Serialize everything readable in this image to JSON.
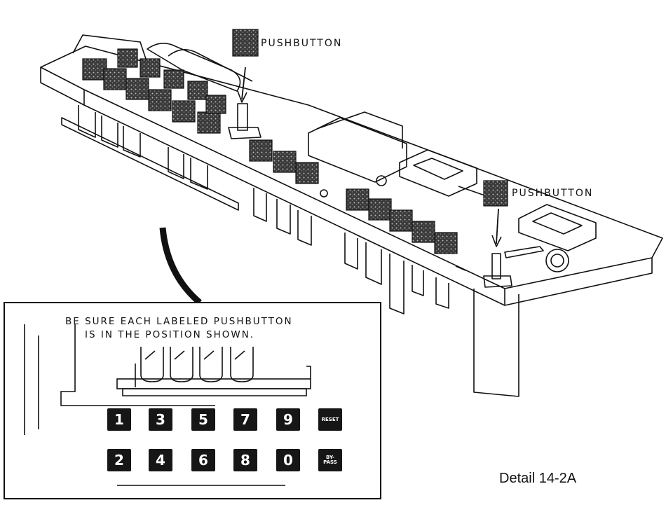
{
  "labels": {
    "pushbutton_top": "PUSHBUTTON",
    "pushbutton_right": "PUSHBUTTON"
  },
  "inset": {
    "note_line1": "BE SURE EACH LABELED PUSHBUTTON",
    "note_line2": "IS IN THE POSITION SHOWN.",
    "keys_row1": [
      "1",
      "3",
      "5",
      "7",
      "9",
      "RESET"
    ],
    "keys_row2": [
      "2",
      "4",
      "6",
      "8",
      "0",
      "BY-\nPASS"
    ]
  },
  "caption": "Detail 14-2A"
}
